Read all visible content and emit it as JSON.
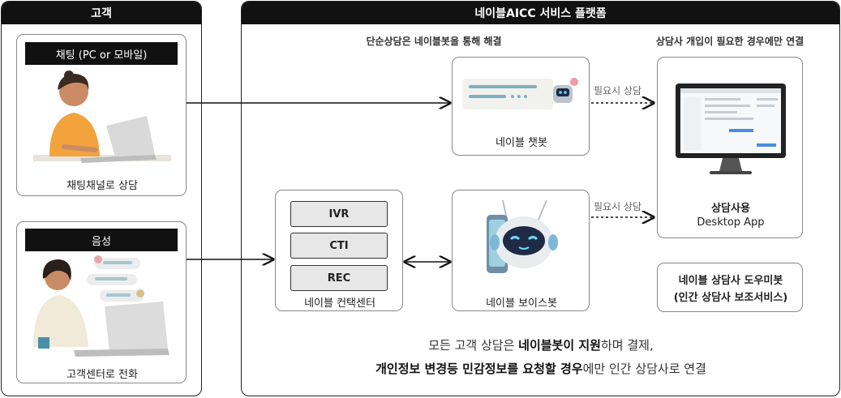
{
  "customer": {
    "title": "고객",
    "chat_label": "채팅 (PC or 모바일)",
    "chat_caption": "채팅채널로 상담",
    "voice_label": "음성",
    "voice_caption": "고객센터로 전화"
  },
  "platform": {
    "title": "네이블AICC 서비스 플랫폼",
    "chatbot_heading": "단순상담은 네이블봇을 통해 해결",
    "agent_heading": "상담사 개입이 필요한 경우에만 연결",
    "chatbot_caption": "네이블 챗봇",
    "voicebot_caption": "네이블 보이스봇",
    "contact_center_caption": "네이블 컨택센터",
    "modules": [
      "IVR",
      "CTI",
      "REC"
    ],
    "agent_app_line1": "상담사용",
    "agent_app_line2": "Desktop App",
    "helper_line1": "네이블 상담사 도우미봇",
    "helper_line2": "(인간 상담사 보조서비스)",
    "arrow_label_chat": "필요시 상담",
    "arrow_label_voice": "필요시 상담",
    "summary_line1_a": "모든 고객 상담은 ",
    "summary_line1_b": "네이블봇이 지원",
    "summary_line1_c": "하며 결제,",
    "summary_line2_a": "개인정보 변경등 민감정보를 요청할 경우",
    "summary_line2_b": "에만 인간 상담사로 연결"
  },
  "colors": {
    "header_bg": "#111111",
    "robot_face": "#1f2a44",
    "robot_eye": "#6fd7ff",
    "chat_bar": "#7fb0c0"
  }
}
